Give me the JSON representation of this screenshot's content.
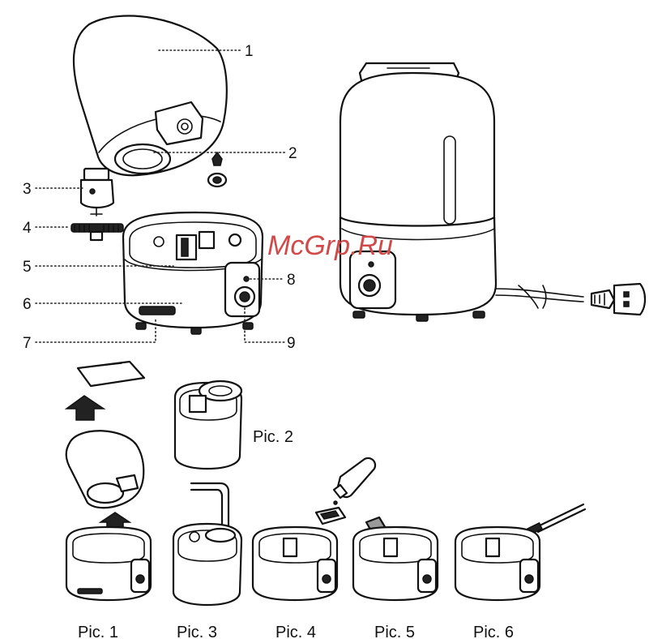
{
  "watermark": "McGrp.Ru",
  "callouts": [
    "1",
    "2",
    "3",
    "4",
    "5",
    "6",
    "7",
    "8",
    "9"
  ],
  "pic_labels": {
    "pic1": "Pic. 1",
    "pic2": "Pic. 2",
    "pic3": "Pic. 3",
    "pic4": "Pic. 4",
    "pic5": "Pic. 5",
    "pic6": "Pic. 6"
  }
}
